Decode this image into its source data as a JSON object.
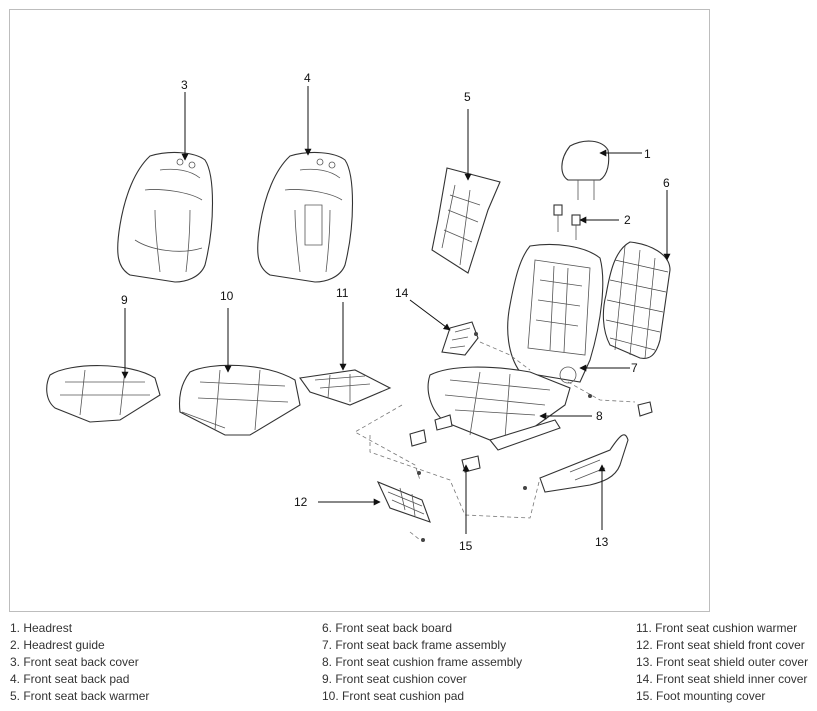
{
  "callouts": [
    "1",
    "2",
    "3",
    "4",
    "5",
    "6",
    "7",
    "8",
    "9",
    "10",
    "11",
    "12",
    "13",
    "14",
    "15"
  ],
  "legend": [
    [
      "1. Headrest",
      "2. Headrest guide",
      "3. Front seat back cover",
      "4. Front seat back pad",
      "5. Front seat back warmer"
    ],
    [
      "6. Front seat back board",
      "7. Front seat back frame assembly",
      "8. Front seat cushion frame assembly",
      "9. Front seat cushion cover",
      "10. Front seat cushion pad"
    ],
    [
      "11. Front seat cushion warmer",
      "12. Front seat shield front cover",
      "13. Front seat shield outer cover",
      "14. Front seat shield inner cover",
      "15. Foot mounting cover"
    ]
  ]
}
